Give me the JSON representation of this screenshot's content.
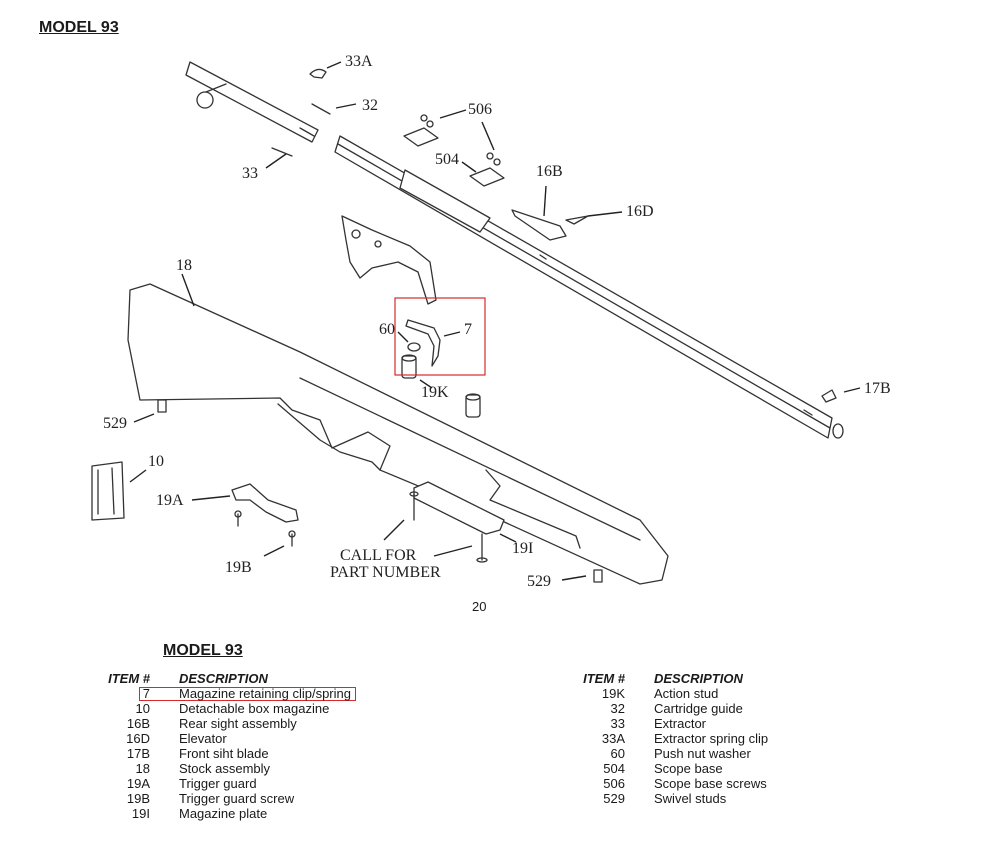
{
  "page_title": "MODEL 93",
  "callouts": {
    "c33a": "33A",
    "c32": "32",
    "c33": "33",
    "c506": "506",
    "c504": "504",
    "c16b": "16B",
    "c16d": "16D",
    "c18": "18",
    "c60": "60",
    "c7": "7",
    "c19k": "19K",
    "c17b": "17B",
    "c529a": "529",
    "c10": "10",
    "c19a": "19A",
    "c19i": "19I",
    "c19b": "19B",
    "c529b": "529",
    "call_line1": "CALL FOR",
    "call_line2": "PART NUMBER"
  },
  "page_number": "20",
  "parts_list": {
    "title": "MODEL 93",
    "item_header": "ITEM #",
    "desc_header": "DESCRIPTION",
    "left": [
      {
        "item": "7",
        "description": "Magazine retaining clip/spring"
      },
      {
        "item": "10",
        "description": "Detachable box magazine"
      },
      {
        "item": "16B",
        "description": "Rear sight assembly"
      },
      {
        "item": "16D",
        "description": "Elevator"
      },
      {
        "item": "17B",
        "description": "Front siht blade"
      },
      {
        "item": "18",
        "description": "Stock assembly"
      },
      {
        "item": "19A",
        "description": "Trigger guard"
      },
      {
        "item": "19B",
        "description": "Trigger guard screw"
      },
      {
        "item": "19I",
        "description": "Magazine plate"
      }
    ],
    "right": [
      {
        "item": "19K",
        "description": "Action stud"
      },
      {
        "item": "32",
        "description": "Cartridge guide"
      },
      {
        "item": "33",
        "description": "Extractor"
      },
      {
        "item": "33A",
        "description": "Extractor spring clip"
      },
      {
        "item": "60",
        "description": "Push nut washer"
      },
      {
        "item": "504",
        "description": "Scope base"
      },
      {
        "item": "506",
        "description": "Scope base screws"
      },
      {
        "item": "529",
        "description": "Swivel studs"
      }
    ]
  },
  "highlight_color": "#d42a2a"
}
